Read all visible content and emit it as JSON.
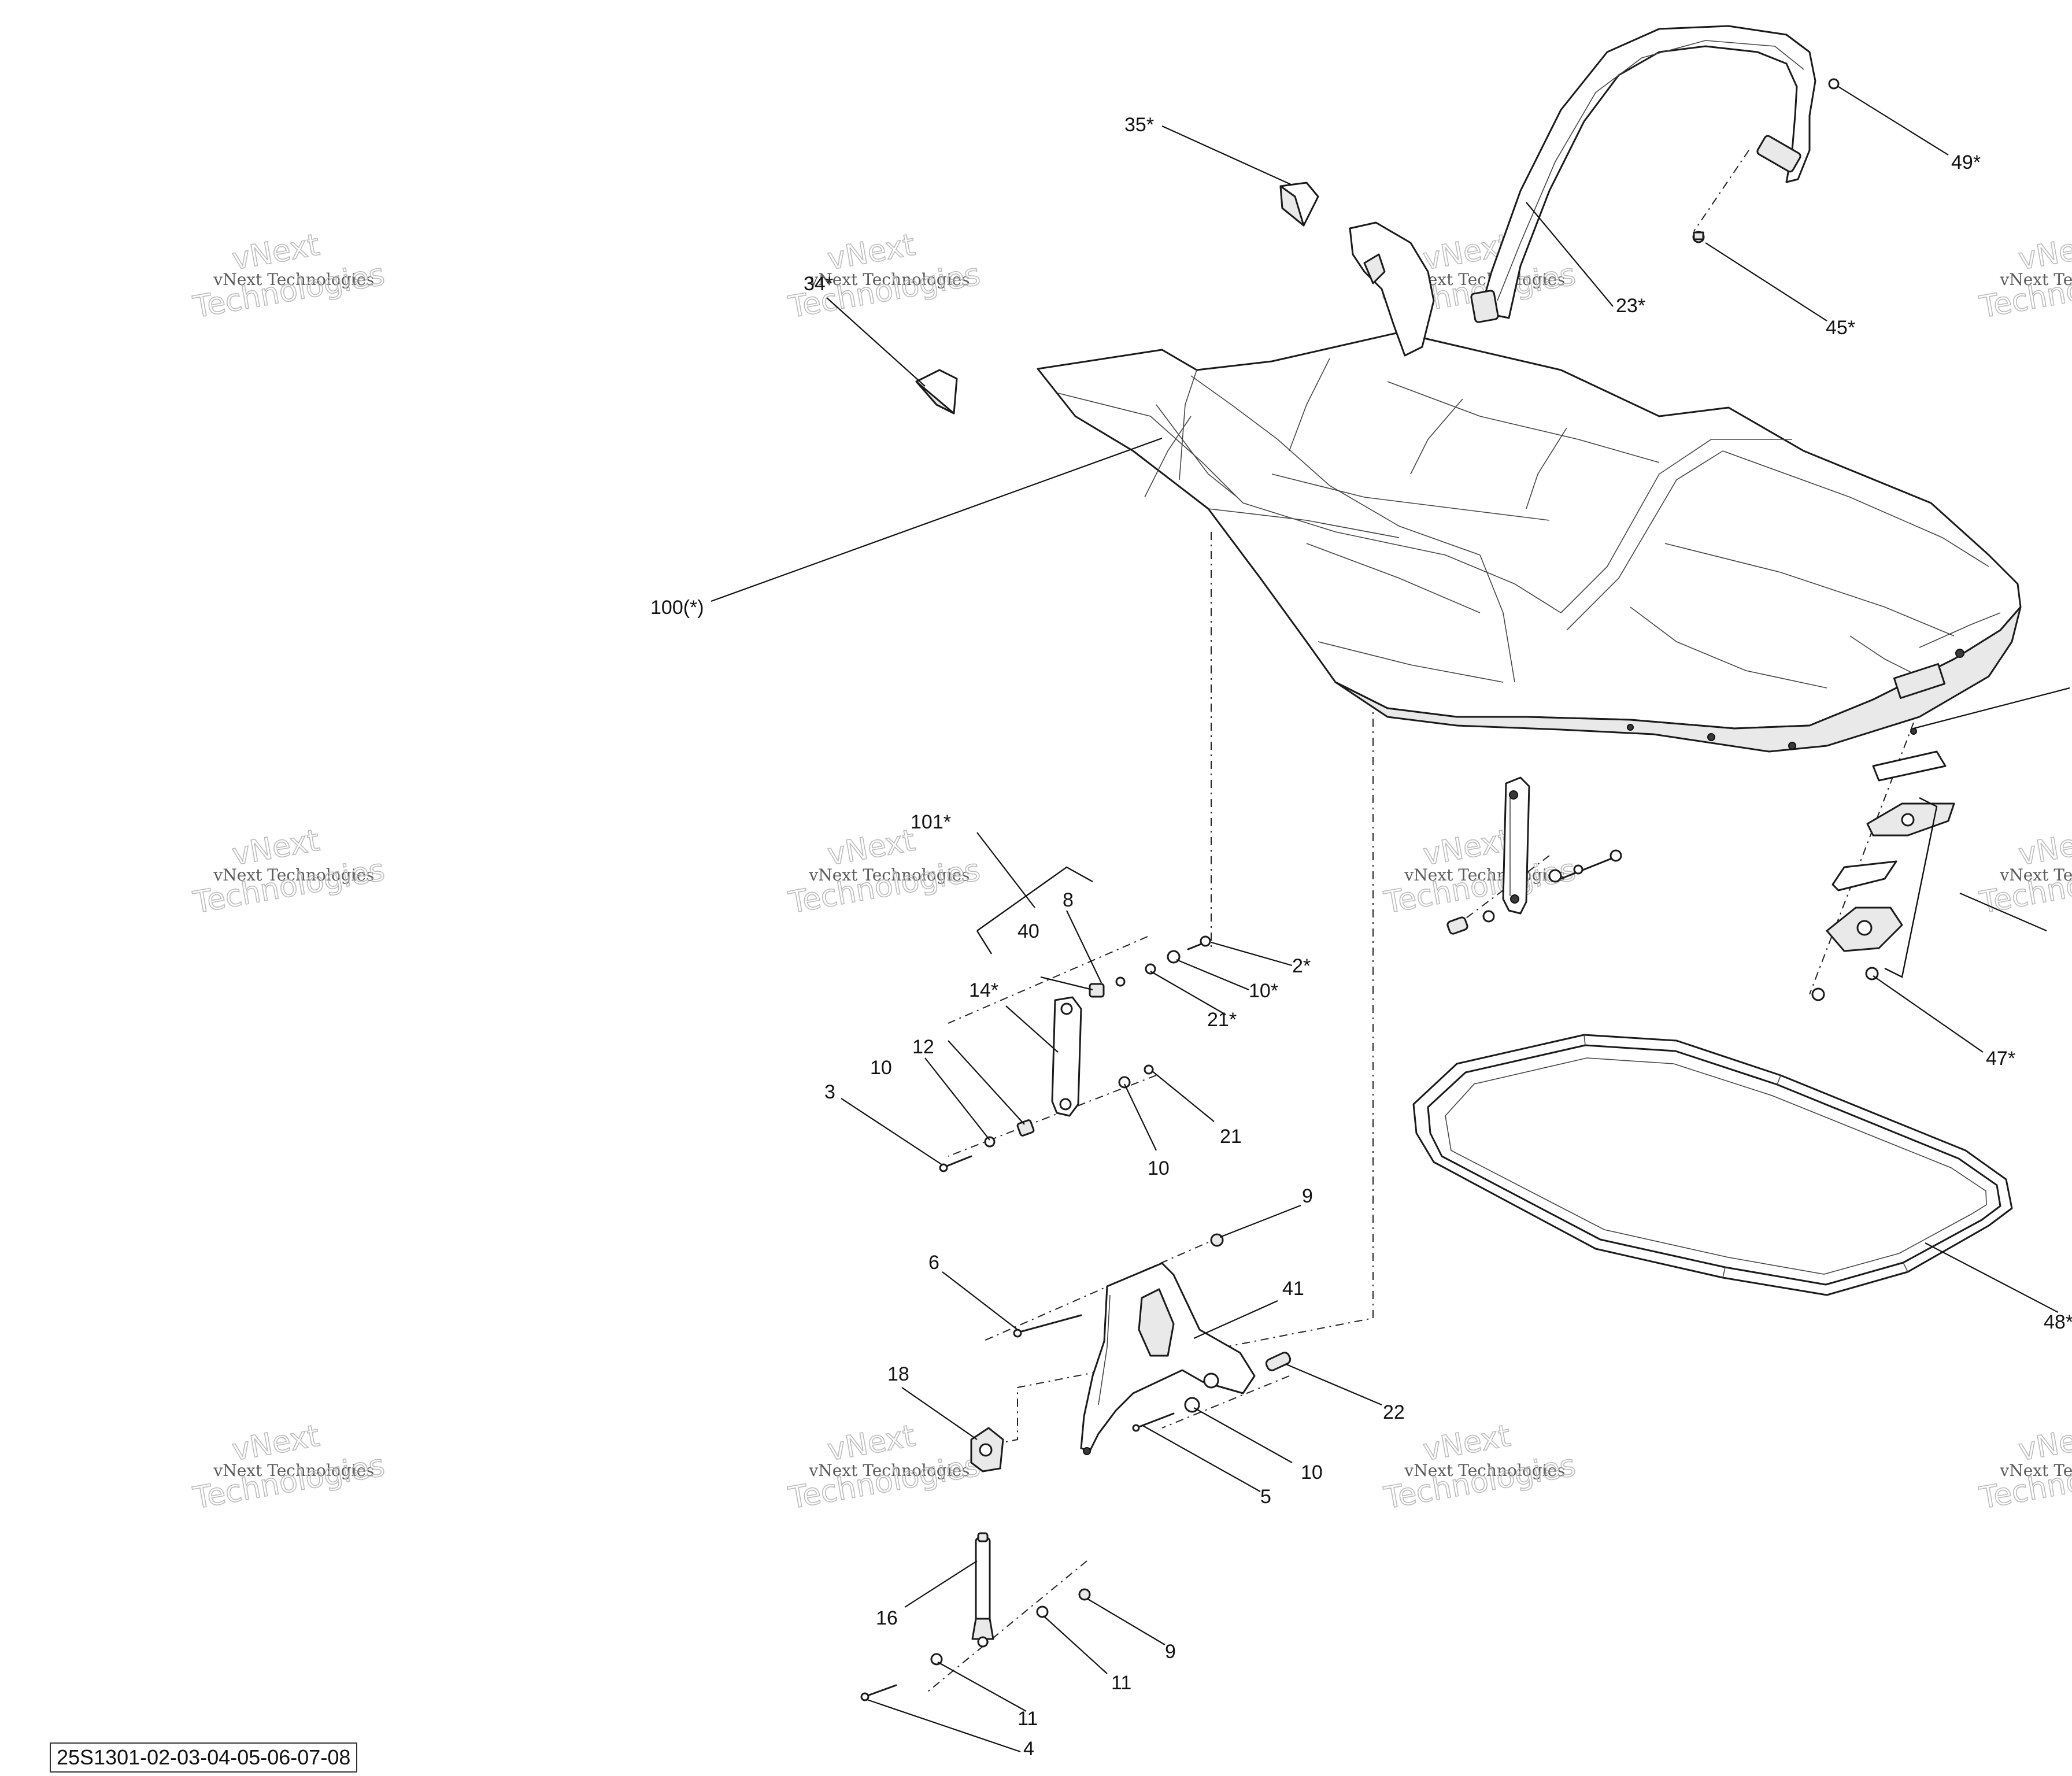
{
  "drawing_code": "25S1301-02-03-04-05-06-07-08",
  "watermark": {
    "line1": "vNext",
    "line2": "vNext Technologies",
    "line3": "Technologies"
  },
  "callouts": {
    "c2": "2*",
    "c3": "3",
    "c4": "4",
    "c5": "5",
    "c6": "6",
    "c8": "8",
    "c9a": "9",
    "c9b": "9",
    "c10a": "10",
    "c10b": "10",
    "c10c": "10",
    "c10s": "10*",
    "c11a": "11",
    "c11b": "11",
    "c12": "12",
    "c14": "14*",
    "c16": "16",
    "c18": "18",
    "c21": "21",
    "c21s": "21*",
    "c22": "22",
    "c23": "23*",
    "c34": "34*",
    "c35": "35*",
    "c40": "40",
    "c41": "41",
    "c45": "45*",
    "c47": "47*",
    "c48": "48*",
    "c49": "49*",
    "c100": "100(*)",
    "c101": "101*"
  }
}
